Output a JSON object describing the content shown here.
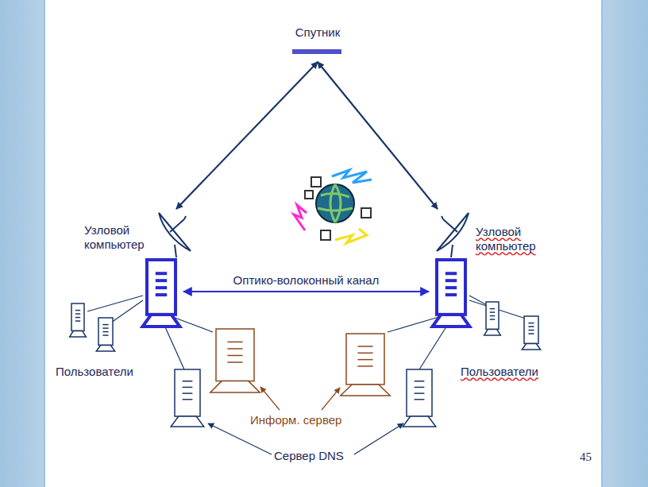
{
  "diagram": {
    "nodes": [
      {
        "text": [
          "Спутник"
        ]
      },
      {
        "text": [
          "Узловой компьютер"
        ]
      },
      {
        "text": [
          "Узловой компьютер"
        ]
      }
    ],
    "edges": [
      {
        "from": 0,
        "to": 1,
        "arrow": "both"
      },
      {
        "from": 0,
        "to": 2,
        "arrow": "both"
      },
      {
        "from": 1,
        "to": 2,
        "label": "Оптико-волоконный канал",
        "arrow": "both"
      }
    ],
    "labels": [
      "Пользователи",
      "Пользователи",
      "Информ. сервер",
      "Сервер DNS",
      "45"
    ]
  }
}
